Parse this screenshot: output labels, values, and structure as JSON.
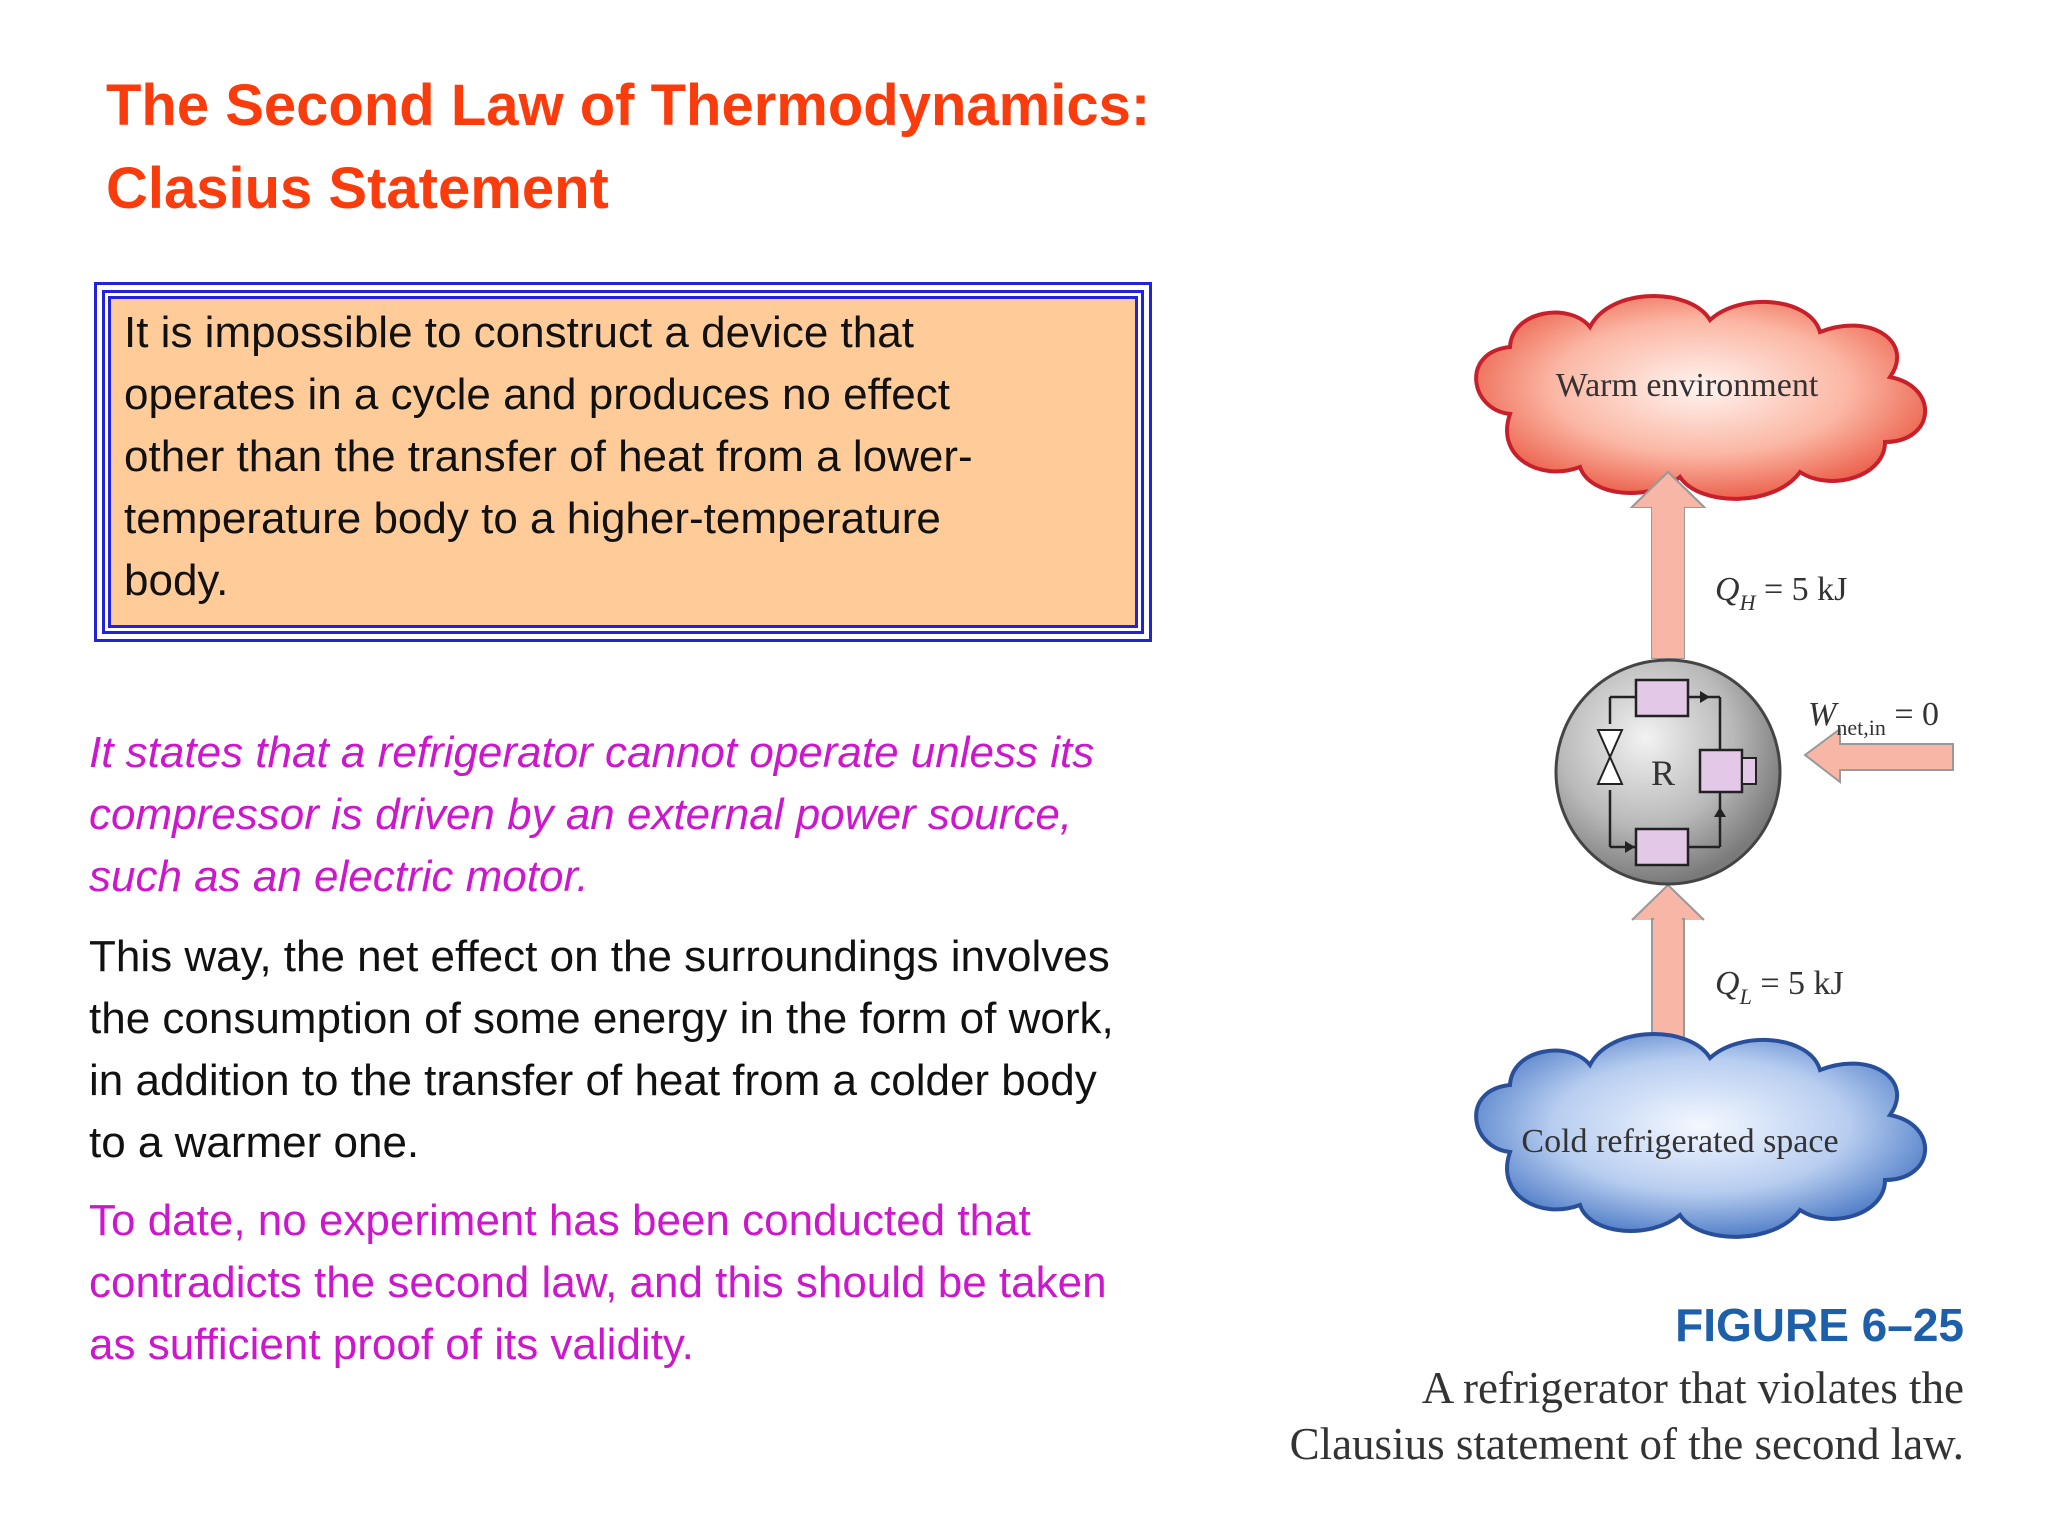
{
  "title": {
    "line1": "The Second Law of Thermodynamics:",
    "line2": "Clasius Statement"
  },
  "statement": {
    "lines": [
      "It is impossible to construct a device that",
      "operates in a cycle and produces no effect",
      "other than the transfer of heat from a lower-",
      "temperature body to a higher-temperature",
      "body."
    ]
  },
  "paragraph1": {
    "lines": [
      "It states that a refrigerator cannot operate unless its",
      "compressor is driven by an external power source,",
      "such as an electric motor."
    ]
  },
  "paragraph2": {
    "lines": [
      "This way, the net effect on the surroundings involves",
      "the consumption of some energy in the form of work,",
      "in addition to the transfer of heat from a colder body",
      "to a warmer one."
    ]
  },
  "paragraph3": {
    "lines": [
      "To date, no experiment has been conducted that",
      "contradicts the second law, and this should be taken",
      "as sufficient proof of its validity."
    ]
  },
  "figure": {
    "warm_label": "Warm environment",
    "cold_label": "Cold refrigerated space",
    "device_label": "R",
    "qh": {
      "symbol": "Q",
      "sub": "H",
      "value": " = 5 kJ"
    },
    "ql": {
      "symbol": "Q",
      "sub": "L",
      "value": " = 5 kJ"
    },
    "w": {
      "symbol": "W",
      "sub": "net,in",
      "value": " = 0"
    },
    "label": "FIGURE 6–25",
    "caption_lines": [
      "A refrigerator that violates the",
      "Clausius statement of the second law."
    ]
  },
  "colors": {
    "title": "#fa3c0c",
    "highlight_text": "#cc17cc",
    "box_fill": "#ffcc99",
    "box_border": "#2222dd",
    "figure_label": "#1d5fa8"
  }
}
